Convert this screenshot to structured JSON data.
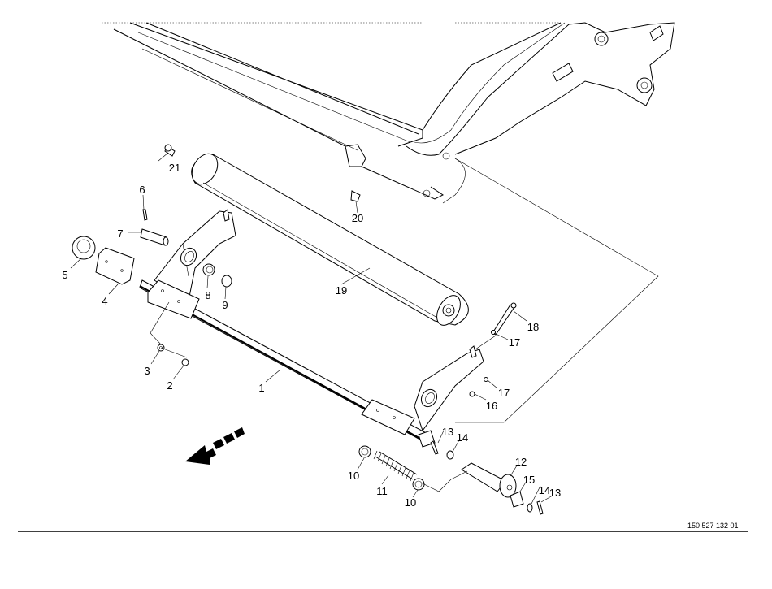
{
  "diagram": {
    "title": "Exploded parts view - roller assembly",
    "document_number": "150 527 132 01",
    "callouts": [
      "21",
      "6",
      "7",
      "5",
      "4",
      "8",
      "9",
      "19",
      "20",
      "3",
      "2",
      "1",
      "18",
      "17",
      "17",
      "16",
      "13",
      "14",
      "10",
      "11",
      "10",
      "12",
      "15",
      "14",
      "13"
    ],
    "icons": {
      "direction_arrow": "travel-direction-arrow-icon"
    }
  }
}
